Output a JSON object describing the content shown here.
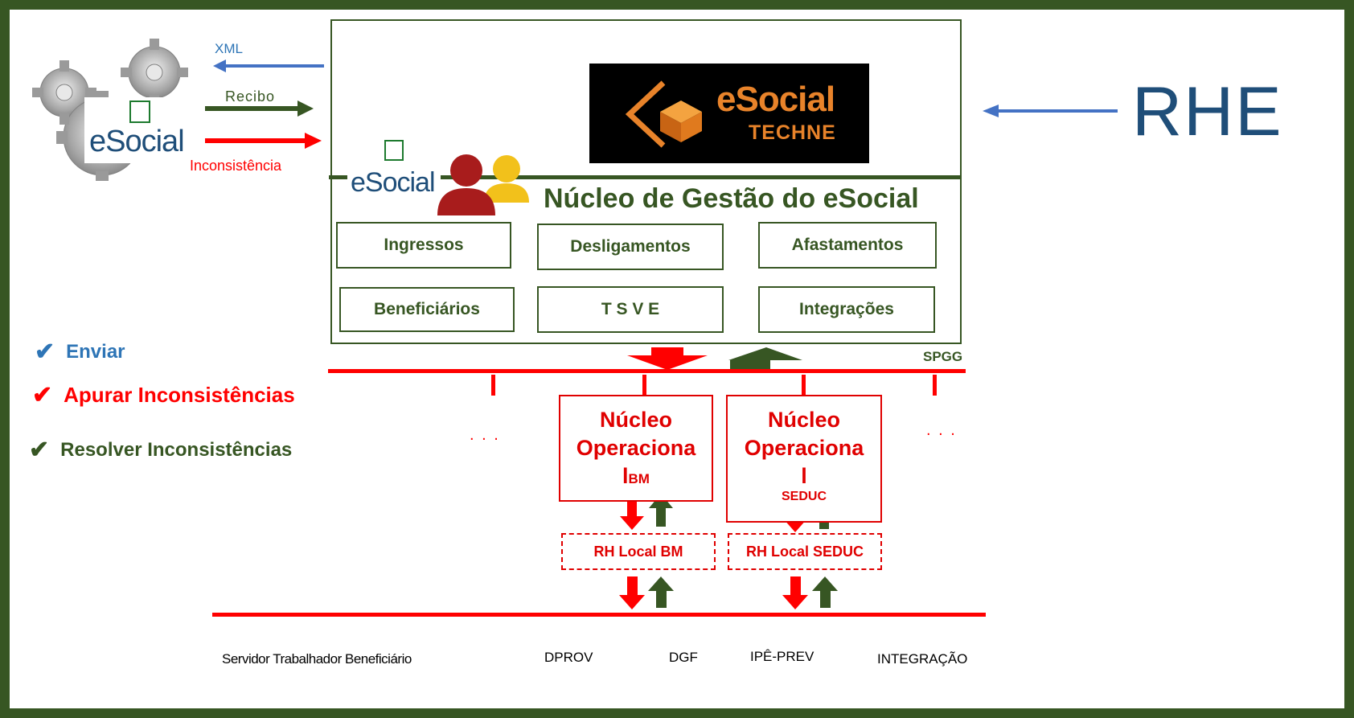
{
  "system": {
    "rhe_label": "RHE",
    "techne_line1": "eSocial",
    "techne_line2": "TECHNE",
    "nucleo_gestao_title": "Núcleo de Gestão do eSocial",
    "spgg_label": "SPGG"
  },
  "esocial_logo": {
    "word": "eSocial"
  },
  "flows": {
    "xml_label": "XML",
    "recibo_label": "Recibo",
    "inconsistencia_label": "Inconsistência"
  },
  "modules": [
    "Ingressos",
    "Desligamentos",
    "Afastamentos",
    "Beneficiários",
    "T S V E",
    "Integrações"
  ],
  "nucleos": [
    {
      "line1": "Núcleo",
      "line2": "Operaciona",
      "line3": "l",
      "sub": "BM",
      "rh_local": "RH Local BM"
    },
    {
      "line1": "Núcleo",
      "line2": "Operaciona",
      "line3": "l",
      "sub": "SEDUC",
      "rh_local": "RH Local SEDUC"
    }
  ],
  "ellipsis": ". . .",
  "checklist": [
    {
      "label": "Enviar",
      "color": "#2e75b6"
    },
    {
      "label": "Apurar Inconsistências",
      "color": "#ff0000"
    },
    {
      "label": "Resolver  Inconsistências",
      "color": "#375623"
    }
  ],
  "bottom_labels": [
    "Servidor Trabalhador Beneficiário",
    "DPROV",
    "DGF",
    "IPÊ-PREV",
    "INTEGRAÇÃO"
  ],
  "colors": {
    "dark_green": "#375623",
    "red": "#ff0000",
    "blue": "#4472c4",
    "rhe_blue": "#1f4e79"
  }
}
